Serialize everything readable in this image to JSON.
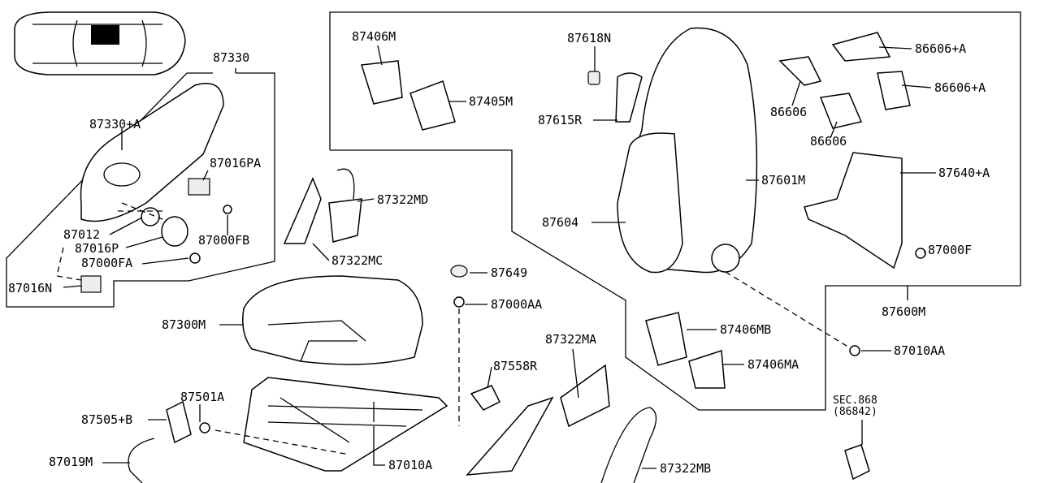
{
  "labels": {
    "l87330": "87330",
    "l87330A": "87330+A",
    "l87016PA": "87016PA",
    "l87012": "87012",
    "l87016P": "87016P",
    "l87000FB": "87000FB",
    "l87000FA": "87000FA",
    "l87016N": "87016N",
    "l87406M": "87406M",
    "l87405M": "87405M",
    "l87618N": "87618N",
    "l87615R": "87615R",
    "l86606A1": "86606+A",
    "l86606A2": "86606+A",
    "l86606a": "86606",
    "l86606b": "86606",
    "l87640A": "87640+A",
    "l87601M": "87601M",
    "l87604": "87604",
    "l87000F": "87000F",
    "l87600M": "87600M",
    "l87322MD": "87322MD",
    "l87322MC": "87322MC",
    "l87649": "87649",
    "l87000AA": "87000AA",
    "l87300M": "87300M",
    "l87406MB": "87406MB",
    "l87406MA": "87406MA",
    "l87010AA": "87010AA",
    "l87322MA": "87322MA",
    "l87558R": "87558R",
    "l87501A": "87501A",
    "l87505B": "87505+B",
    "l87019M": "87019M",
    "l87010A": "87010A",
    "l87322MB": "87322MB"
  },
  "section_ref": {
    "sec": "SEC.868",
    "part": "(86842)"
  }
}
